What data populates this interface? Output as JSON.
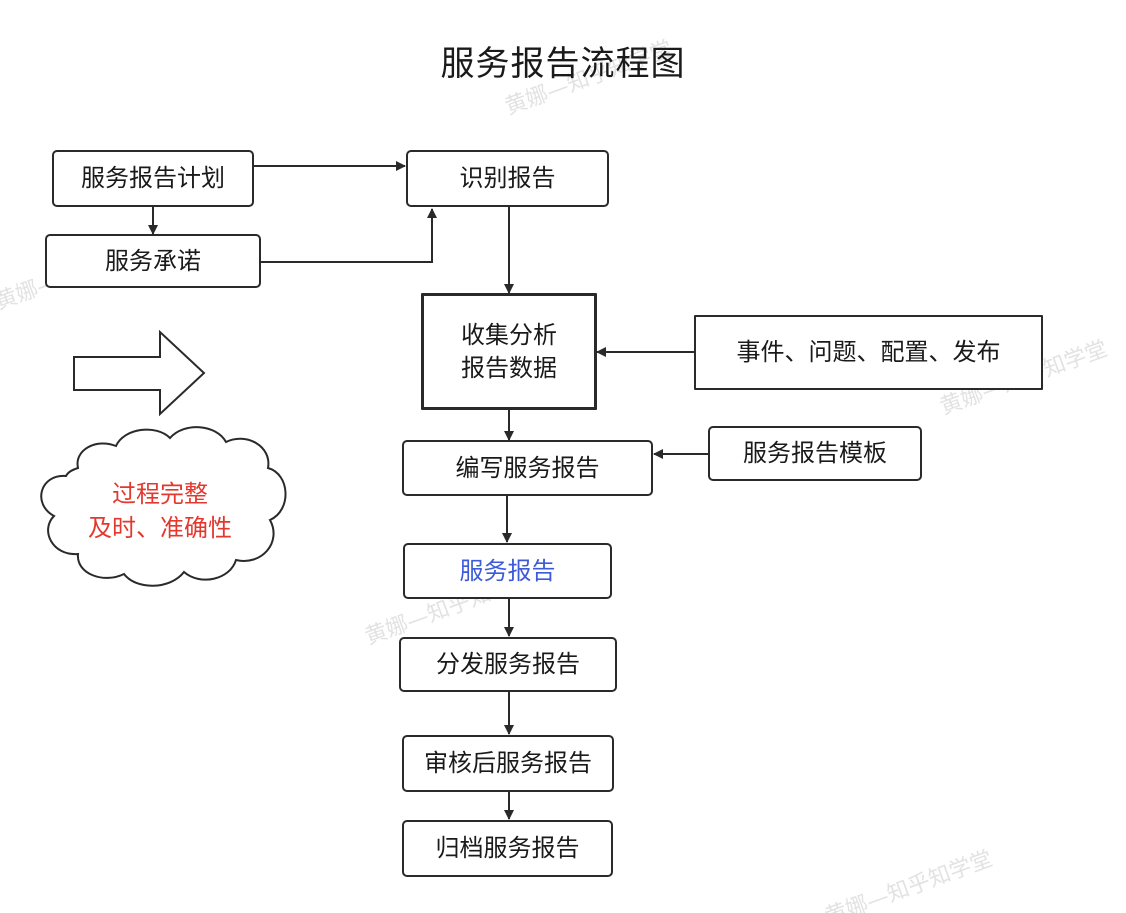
{
  "title": "服务报告流程图",
  "nodes": {
    "plan": "服务报告计划",
    "commitment": "服务承诺",
    "identify": "识别报告",
    "collect_line1": "收集分析",
    "collect_line2": "报告数据",
    "inputs": "事件、问题、配置、发布",
    "write": "编写服务报告",
    "template": "服务报告模板",
    "report": "服务报告",
    "distribute": "分发服务报告",
    "review": "审核后服务报告",
    "archive": "归档服务报告"
  },
  "cloud": {
    "line1": "过程完整",
    "line2": "及时、准确性"
  },
  "watermark": "黄娜—知乎知学堂",
  "colors": {
    "highlight_text": "#3d5bd9",
    "cloud_text": "#e2382e"
  }
}
